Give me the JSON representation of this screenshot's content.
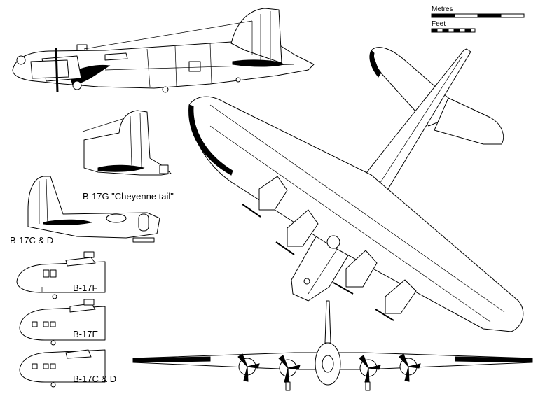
{
  "scale_bars": {
    "metres_label": "Metres",
    "feet_label": "Feet"
  },
  "labels": {
    "cheyenne_tail": "B-17G \"Cheyenne tail\"",
    "tail_c_d": "B-17C & D",
    "nose_f": "B-17F",
    "nose_e": "B-17E",
    "nose_c_d": "B-17C & D"
  }
}
